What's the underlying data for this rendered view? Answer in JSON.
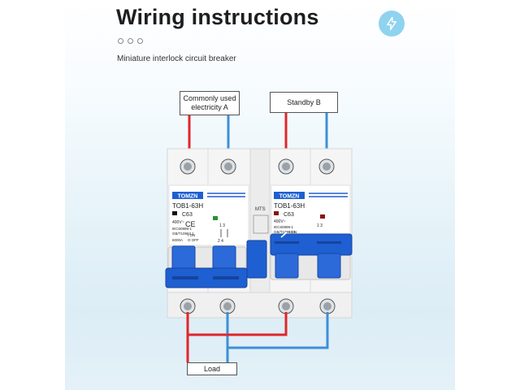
{
  "header": {
    "title": "Wiring instructions",
    "subtitle": "Miniature interlock circuit breaker",
    "badge_icon": "lightning-bolt-icon"
  },
  "labels": {
    "source_a": "Commonly used electricity A",
    "source_b": "Standby B",
    "load": "Load"
  },
  "breaker": {
    "brand": "TOMZN",
    "model_left": "TOB1-63H",
    "model_right": "TOB1-63H",
    "rating_left": "C63",
    "rating_right": "C63",
    "voltage": "400V~",
    "standard_1": "IEC60898-1",
    "standard_2": "GB/T10963.1",
    "breaking": "6000A",
    "on_mark": "I ON",
    "off_mark": "O OFF",
    "mts_label": "MTS",
    "terminals_top": "1 3",
    "terminals_bottom": "2 4",
    "ce_mark": "CE"
  },
  "colors": {
    "live_wire": "#e0262b",
    "neutral_wire": "#3d8fd8",
    "handle_blue": "#1e5fd2",
    "breaker_white": "#f4f4f4"
  }
}
